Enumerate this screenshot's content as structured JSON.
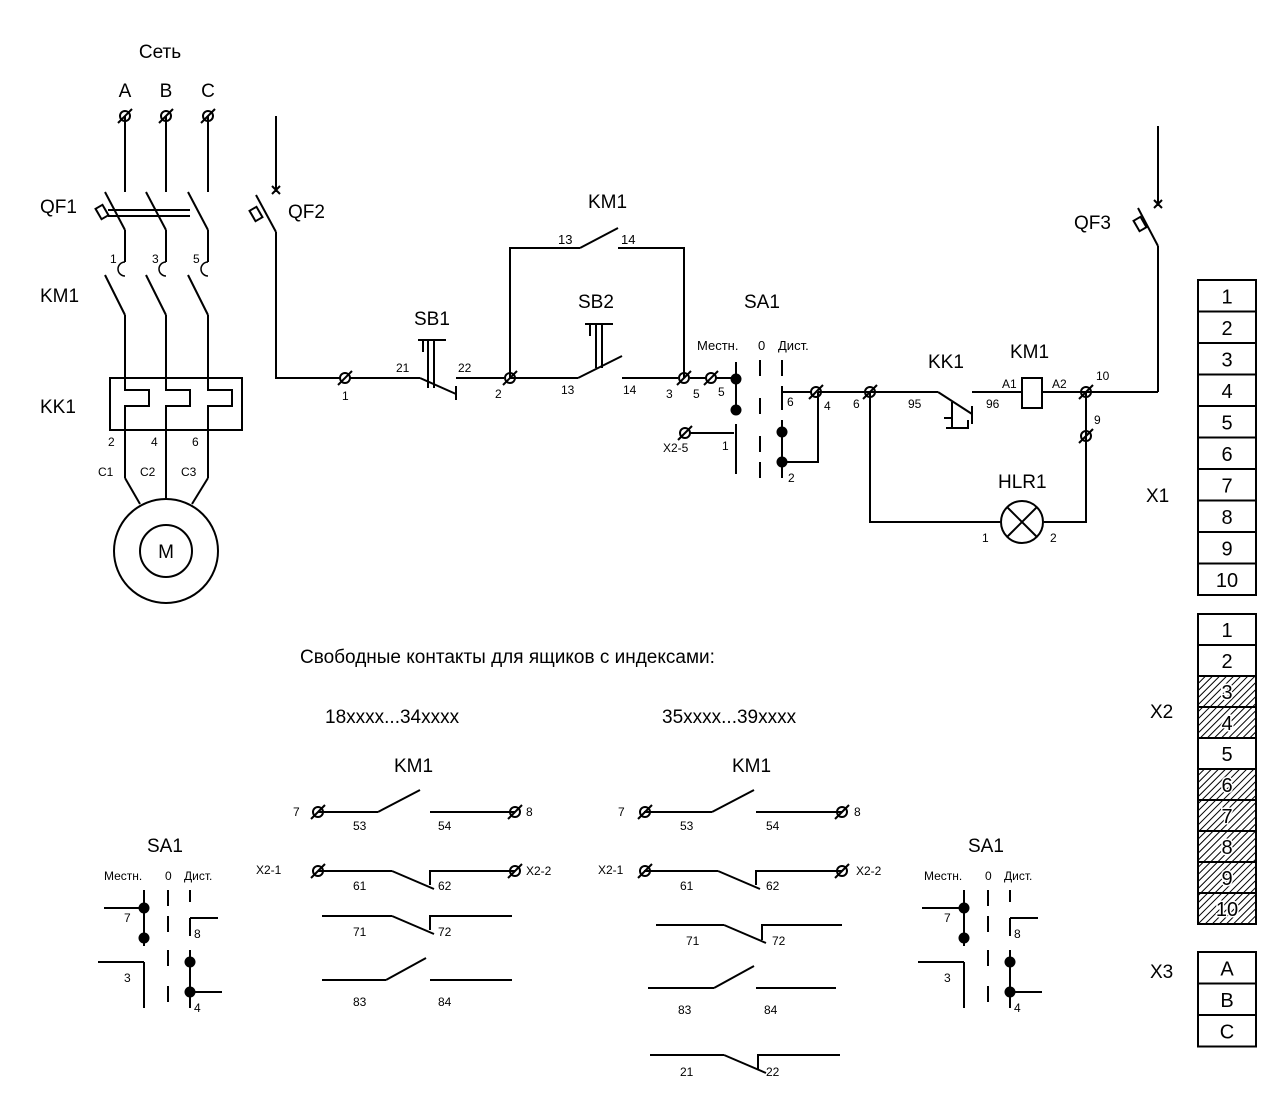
{
  "power": {
    "title": "Сеть",
    "phases": [
      "A",
      "B",
      "C"
    ],
    "qf1": "QF1",
    "km1": "KM1",
    "kk1": "KK1",
    "pin_top": [
      "1",
      "3",
      "5"
    ],
    "pin_bottom": [
      "2",
      "4",
      "6"
    ],
    "motor_leads": [
      "C1",
      "C2",
      "C3"
    ],
    "motor": "M"
  },
  "control": {
    "qf2": "QF2",
    "qf3": "QF3",
    "km1_title": "KM1",
    "km1_pins": [
      "13",
      "14"
    ],
    "sb1": "SB1",
    "sb1_pins": [
      "21",
      "22"
    ],
    "sb2": "SB2",
    "sb2_pins": [
      "13",
      "14"
    ],
    "sa1": "SA1",
    "sa1_local": "Местн.",
    "sa1_zero": "0",
    "sa1_remote": "Дист.",
    "kk1": "KK1",
    "kk1_pins": [
      "95",
      "96"
    ],
    "km1_coil": "KM1",
    "coil_pins": [
      "A1",
      "A2"
    ],
    "hlr1": "HLR1",
    "hlr_pins": [
      "1",
      "2"
    ],
    "x2_5": "X2-5",
    "wire_labels": [
      "1",
      "2",
      "3",
      "5",
      "5",
      "6",
      "4",
      "6",
      "10",
      "9"
    ],
    "sa_contact_labels": [
      "1",
      "2"
    ]
  },
  "free": {
    "heading": "Свободные контакты для ящиков с индексами:",
    "range_left": "18xxxx...34xxxx",
    "range_right": "35xxxx...39xxxx",
    "km1": "KM1",
    "sa1": "SA1",
    "sa1_local": "Местн.",
    "sa1_zero": "0",
    "sa1_remote": "Дист.",
    "sa1_pins": [
      "7",
      "8",
      "3",
      "4"
    ],
    "term_a": [
      "7",
      "8"
    ],
    "term_b": [
      "X2-1",
      "X2-2"
    ],
    "left_pins": [
      "53",
      "54",
      "61",
      "62",
      "71",
      "72",
      "83",
      "84"
    ],
    "right_pins": [
      "53",
      "54",
      "61",
      "62",
      "71",
      "72",
      "83",
      "84",
      "21",
      "22"
    ]
  },
  "terminals": {
    "x1_label": "X1",
    "x1": [
      "1",
      "2",
      "3",
      "4",
      "5",
      "6",
      "7",
      "8",
      "9",
      "10"
    ],
    "x2_label": "X2",
    "x2": [
      "1",
      "2",
      "3",
      "4",
      "5",
      "6",
      "7",
      "8",
      "9",
      "10"
    ],
    "x2_hatched": [
      false,
      false,
      true,
      true,
      false,
      true,
      true,
      true,
      true,
      true
    ],
    "x3_label": "X3",
    "x3": [
      "A",
      "B",
      "C"
    ]
  }
}
